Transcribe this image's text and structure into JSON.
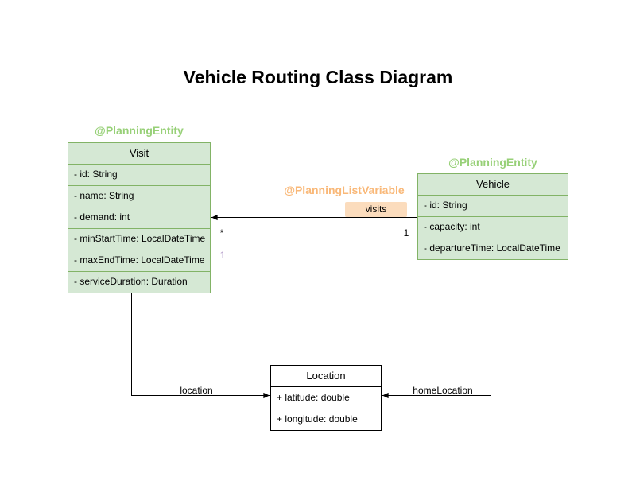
{
  "title": "Vehicle Routing Class Diagram",
  "classes": {
    "visit": {
      "annotation": "@PlanningEntity",
      "name": "Visit",
      "attributes": [
        "- id: String",
        "- name: String",
        "- demand: int",
        "- minStartTime: LocalDateTime",
        "- maxEndTime: LocalDateTime",
        "- serviceDuration: Duration"
      ]
    },
    "vehicle": {
      "annotation": "@PlanningEntity",
      "name": "Vehicle",
      "attributes": [
        "- id: String",
        "- capacity: int",
        "- departureTime: LocalDateTime"
      ]
    },
    "location": {
      "name": "Location",
      "attributes": [
        "+ latitude: double",
        "+ longitude: double"
      ]
    }
  },
  "relations": {
    "visits": {
      "annotation": "@PlanningListVariable",
      "label": "visits",
      "multiplicity_visit_side": "*",
      "multiplicity_vehicle_side": "1",
      "secondary_multiplicity": "1"
    },
    "location": {
      "label": "location"
    },
    "homeLocation": {
      "label": "homeLocation"
    }
  },
  "colors": {
    "entity_fill": "#d5e8d4",
    "entity_border": "#82b366",
    "annotation_green": "#97d077",
    "annotation_orange": "#f9b878",
    "visits_label_bg": "#fbdcbd",
    "secondary_multiplicity_color": "#b39bc9",
    "plain_fill": "#ffffff",
    "line_color": "#000000"
  }
}
